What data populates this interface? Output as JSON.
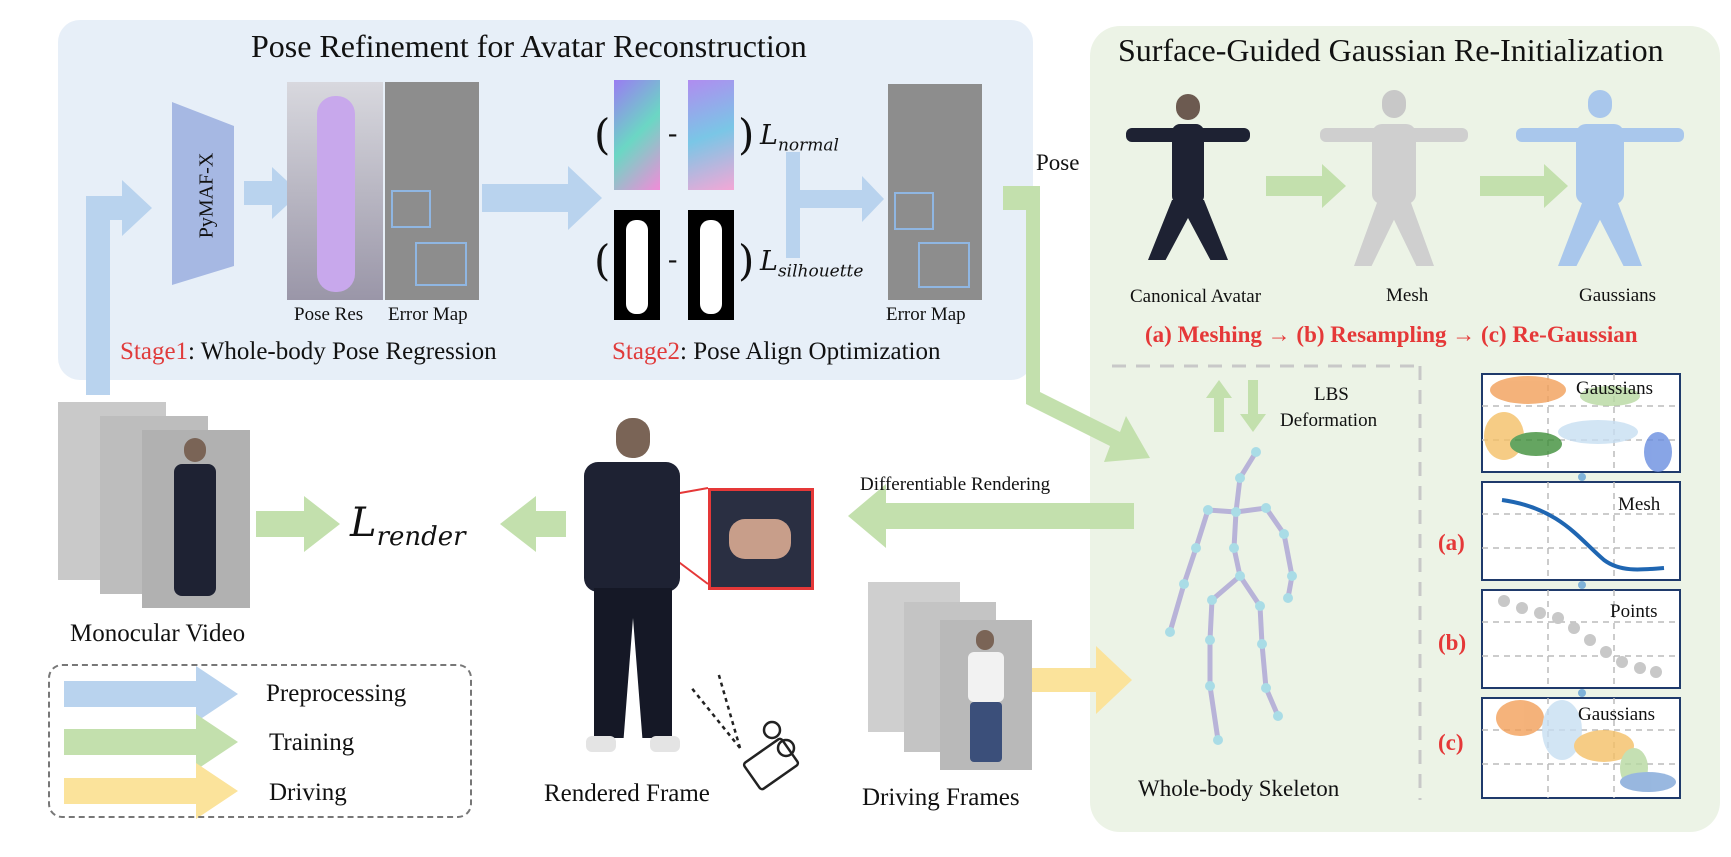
{
  "panels": {
    "left_title": "Pose Refinement for Avatar Reconstruction",
    "right_title": "Surface-Guided Gaussian Re-Initialization"
  },
  "stage1": {
    "model": "PyMAF-X",
    "pose_res": "Pose Res",
    "error_map": "Error Map",
    "label_prefix": "Stage1",
    "label_text": ": Whole-body Pose Regression"
  },
  "stage2": {
    "loss_normal_base": "L",
    "loss_normal_sub": "normal",
    "loss_sil_base": "L",
    "loss_sil_sub": "silhouette",
    "minus": "-",
    "open_paren": "(",
    "close_paren": ")",
    "error_map": "Error Map",
    "label_prefix": "Stage2",
    "label_text": ": Pose Align Optimization"
  },
  "pose_label": "Pose",
  "reinit": {
    "canonical": "Canonical Avatar",
    "mesh": "Mesh",
    "gaussians": "Gaussians",
    "steps": "(a) Meshing → (b) Resampling → (c) Re-Gaussian"
  },
  "lbs": {
    "line1": "LBS",
    "line2": "Deformation"
  },
  "skeleton_label": "Whole-body Skeleton",
  "side_panels": [
    {
      "tag": "",
      "title": "Gaussians"
    },
    {
      "tag": "(a)",
      "title": "Mesh"
    },
    {
      "tag": "(b)",
      "title": "Points"
    },
    {
      "tag": "(c)",
      "title": "Gaussians"
    }
  ],
  "monocular": "Monocular Video",
  "render_loss_base": "L",
  "render_loss_sub": "render",
  "diff_rendering": "Differentiable Rendering",
  "rendered_frame": "Rendered Frame",
  "driving_frames": "Driving Frames",
  "legend": [
    {
      "label": "Preprocessing",
      "color": "#b9d3ee"
    },
    {
      "label": "Training",
      "color": "#c3e0ad"
    },
    {
      "label": "Driving",
      "color": "#fbe39b"
    }
  ],
  "colors": {
    "blue_arrow": "#b9d3ee",
    "green_arrow": "#c3e0ad",
    "yellow_arrow": "#fbe39b",
    "accent_red": "#e53838",
    "side_border": "#1f3a6b"
  }
}
